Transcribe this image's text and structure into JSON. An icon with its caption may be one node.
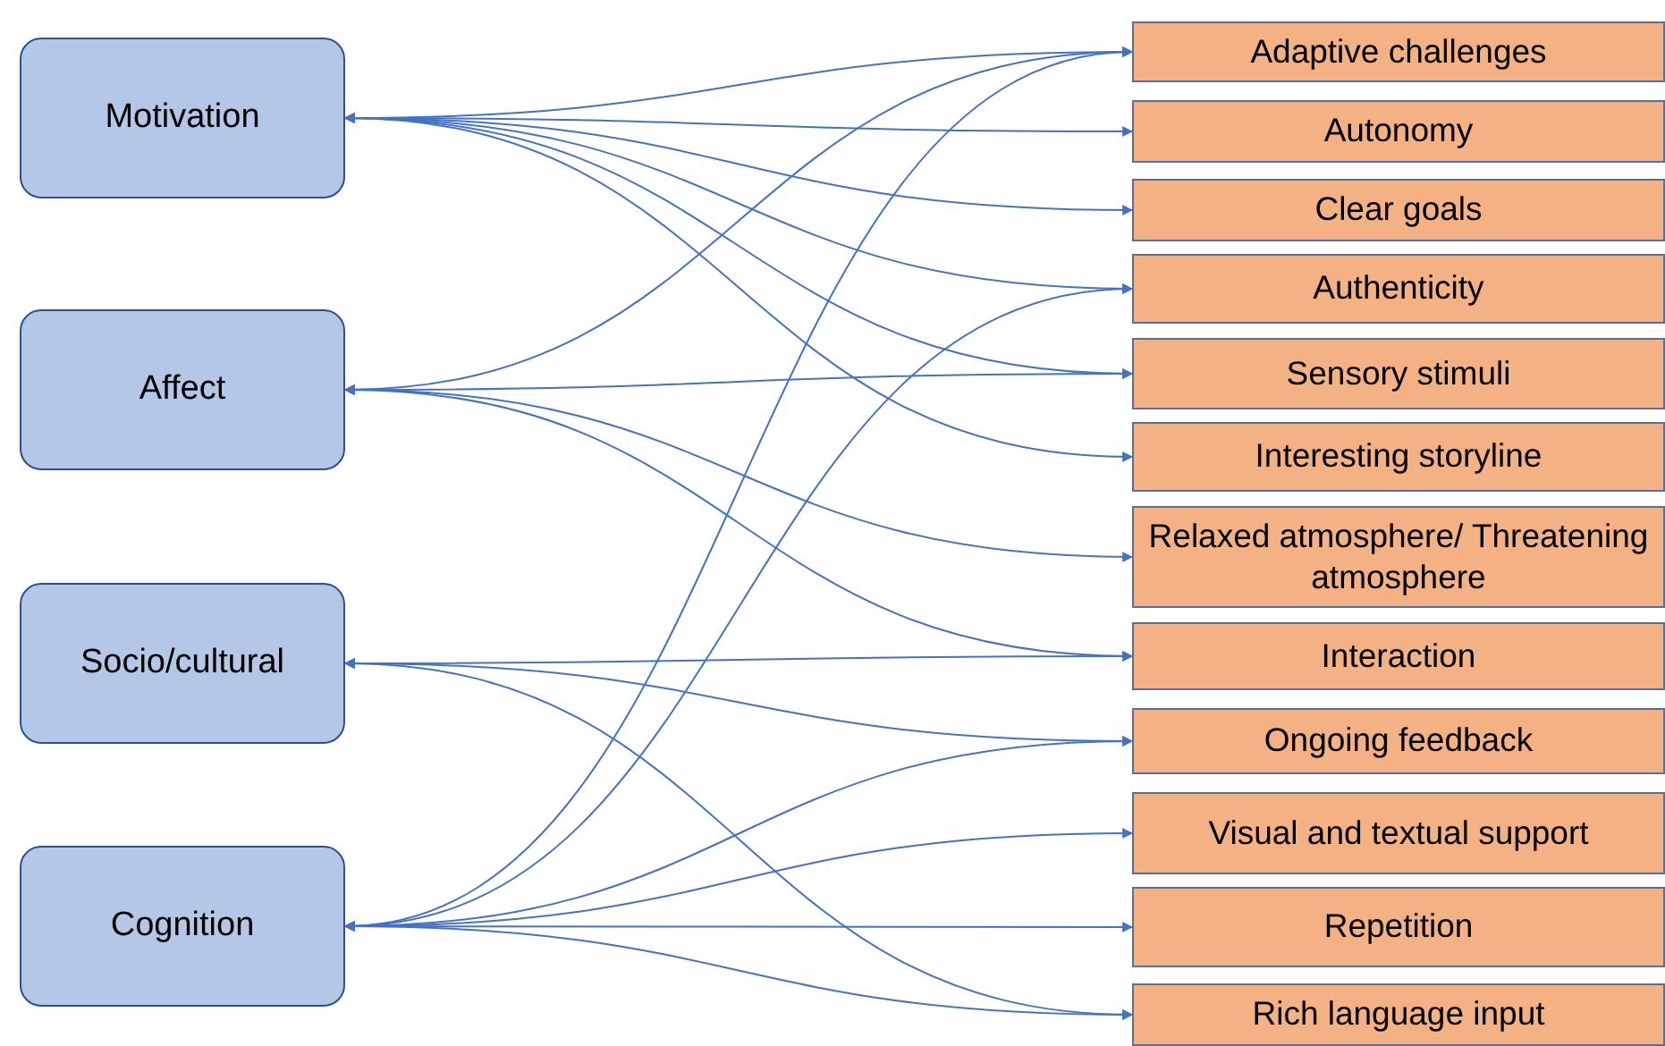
{
  "diagram": {
    "nodes": [
      {
        "text": [
          "Motivation"
        ]
      },
      {
        "text": [
          "Affect"
        ]
      },
      {
        "text": [
          "Socio/cultural"
        ]
      },
      {
        "text": [
          "Cognition"
        ]
      },
      {
        "text": [
          "Adaptive challenges"
        ]
      },
      {
        "text": [
          "Autonomy"
        ]
      },
      {
        "text": [
          "Clear goals"
        ]
      },
      {
        "text": [
          "Authenticity"
        ]
      },
      {
        "text": [
          "Sensory stimuli"
        ]
      },
      {
        "text": [
          "Interesting storyline"
        ]
      },
      {
        "text": [
          "Relaxed atmosphere/ Threatening atmosphere"
        ]
      },
      {
        "text": [
          "Interaction"
        ]
      },
      {
        "text": [
          "Ongoing feedback"
        ]
      },
      {
        "text": [
          "Visual and textual support"
        ]
      },
      {
        "text": [
          "Repetition"
        ]
      },
      {
        "text": [
          "Rich language input"
        ]
      }
    ],
    "edges": [
      {
        "from": 0,
        "to": 4,
        "arrow": "both"
      },
      {
        "from": 0,
        "to": 5,
        "arrow": "both"
      },
      {
        "from": 0,
        "to": 6,
        "arrow": "both"
      },
      {
        "from": 0,
        "to": 7,
        "arrow": "both"
      },
      {
        "from": 0,
        "to": 8,
        "arrow": "both"
      },
      {
        "from": 0,
        "to": 9,
        "arrow": "both"
      },
      {
        "from": 1,
        "to": 4,
        "arrow": "both"
      },
      {
        "from": 1,
        "to": 8,
        "arrow": "both"
      },
      {
        "from": 1,
        "to": 10,
        "arrow": "both"
      },
      {
        "from": 1,
        "to": 11,
        "arrow": "both"
      },
      {
        "from": 2,
        "to": 11,
        "arrow": "both"
      },
      {
        "from": 2,
        "to": 12,
        "arrow": "both"
      },
      {
        "from": 2,
        "to": 15,
        "arrow": "both"
      },
      {
        "from": 3,
        "to": 4,
        "arrow": "both"
      },
      {
        "from": 3,
        "to": 7,
        "arrow": "both"
      },
      {
        "from": 3,
        "to": 12,
        "arrow": "both"
      },
      {
        "from": 3,
        "to": 13,
        "arrow": "both"
      },
      {
        "from": 3,
        "to": 14,
        "arrow": "both"
      },
      {
        "from": 3,
        "to": 15,
        "arrow": "both"
      }
    ]
  }
}
